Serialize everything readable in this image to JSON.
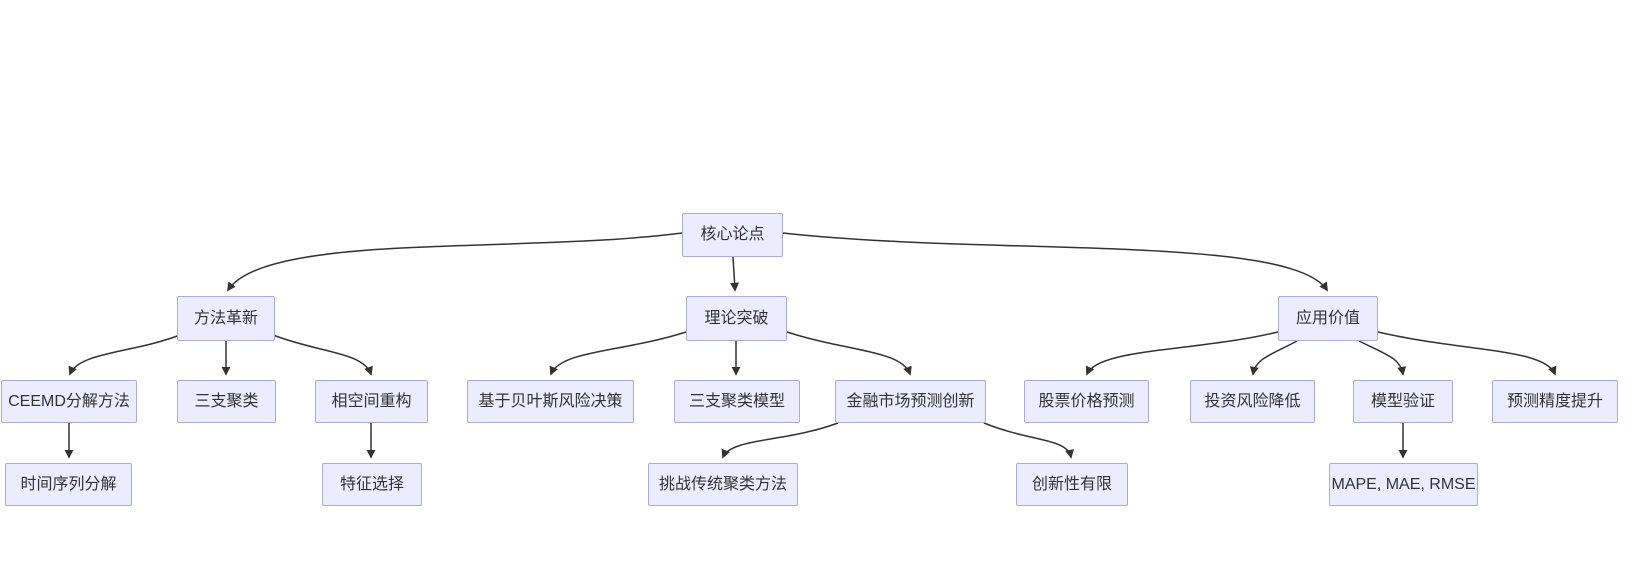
{
  "diagram": {
    "type": "flowchart",
    "direction": "top-down",
    "nodes": [
      {
        "id": "core_argument",
        "label": "核心论点",
        "level": 0
      },
      {
        "id": "method_innovation",
        "label": "方法革新",
        "level": 1
      },
      {
        "id": "theory_breakthrough",
        "label": "理论突破",
        "level": 1
      },
      {
        "id": "application_value",
        "label": "应用价值",
        "level": 1
      },
      {
        "id": "ceemd_decomposition",
        "label": "CEEMD分解方法",
        "level": 2
      },
      {
        "id": "three_way_clustering",
        "label": "三支聚类",
        "level": 2
      },
      {
        "id": "phase_space_reconstruction",
        "label": "相空间重构",
        "level": 2
      },
      {
        "id": "bayesian_risk_decision",
        "label": "基于贝叶斯风险决策",
        "level": 2
      },
      {
        "id": "three_way_clustering_model",
        "label": "三支聚类模型",
        "level": 2
      },
      {
        "id": "financial_market_forecast_innovation",
        "label": "金融市场预测创新",
        "level": 2
      },
      {
        "id": "stock_price_prediction",
        "label": "股票价格预测",
        "level": 2
      },
      {
        "id": "investment_risk_reduction",
        "label": "投资风险降低",
        "level": 2
      },
      {
        "id": "model_validation",
        "label": "模型验证",
        "level": 2
      },
      {
        "id": "prediction_accuracy_improvement",
        "label": "预测精度提升",
        "level": 2
      },
      {
        "id": "time_series_decomposition",
        "label": "时间序列分解",
        "level": 3
      },
      {
        "id": "feature_selection",
        "label": "特征选择",
        "level": 3
      },
      {
        "id": "challenge_traditional_clustering",
        "label": "挑战传统聚类方法",
        "level": 3
      },
      {
        "id": "limited_innovation",
        "label": "创新性有限",
        "level": 3
      },
      {
        "id": "evaluation_metrics",
        "label": "MAPE, MAE, RMSE",
        "level": 3
      }
    ],
    "edges": [
      {
        "from": "core_argument",
        "to": "method_innovation"
      },
      {
        "from": "core_argument",
        "to": "theory_breakthrough"
      },
      {
        "from": "core_argument",
        "to": "application_value"
      },
      {
        "from": "method_innovation",
        "to": "ceemd_decomposition"
      },
      {
        "from": "method_innovation",
        "to": "three_way_clustering"
      },
      {
        "from": "method_innovation",
        "to": "phase_space_reconstruction"
      },
      {
        "from": "theory_breakthrough",
        "to": "bayesian_risk_decision"
      },
      {
        "from": "theory_breakthrough",
        "to": "three_way_clustering_model"
      },
      {
        "from": "theory_breakthrough",
        "to": "financial_market_forecast_innovation"
      },
      {
        "from": "application_value",
        "to": "stock_price_prediction"
      },
      {
        "from": "application_value",
        "to": "investment_risk_reduction"
      },
      {
        "from": "application_value",
        "to": "model_validation"
      },
      {
        "from": "application_value",
        "to": "prediction_accuracy_improvement"
      },
      {
        "from": "ceemd_decomposition",
        "to": "time_series_decomposition"
      },
      {
        "from": "phase_space_reconstruction",
        "to": "feature_selection"
      },
      {
        "from": "financial_market_forecast_innovation",
        "to": "challenge_traditional_clustering"
      },
      {
        "from": "financial_market_forecast_innovation",
        "to": "limited_innovation"
      },
      {
        "from": "model_validation",
        "to": "evaluation_metrics"
      }
    ]
  },
  "colors": {
    "background": "#ffffff",
    "node_fill": "#ececff",
    "node_border": "#aaaadd",
    "edge": "#333333",
    "text": "#333333"
  }
}
